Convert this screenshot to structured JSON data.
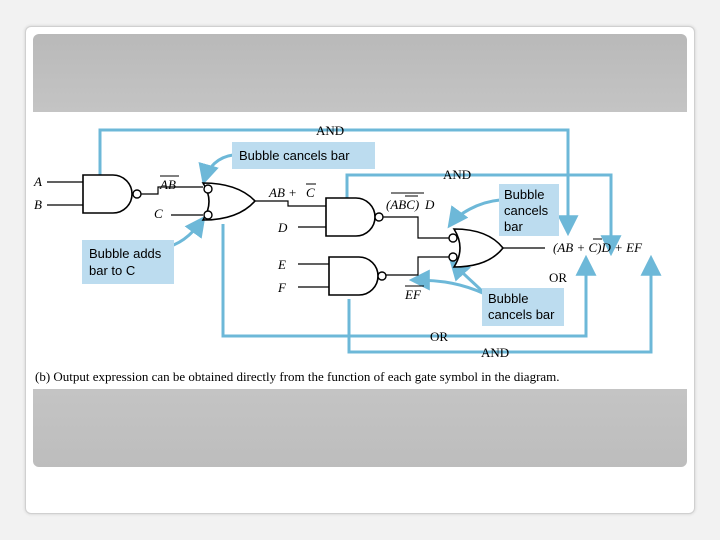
{
  "colors": {
    "wire": "#000000",
    "arrow": "#6db8d8",
    "callout_bg": "#bcdcef",
    "gate_fill": "#ffffff"
  },
  "inputs": {
    "a": "A",
    "b": "B",
    "c": "C",
    "d": "D",
    "e": "E",
    "f": "F"
  },
  "expressions": {
    "ab_bar": "AB",
    "ab_plus_c_bar_left": "AB + ",
    "ab_plus_c_bar_right": "C",
    "abc_d_left": "(ABC)",
    "abc_d_right": "D",
    "ef_bar": "EF",
    "output": "(AB + C)D + EF"
  },
  "callouts": {
    "top": "Bubble cancels bar",
    "left_line1": "Bubble adds",
    "left_line2": "bar to C",
    "right_line1": "Bubble",
    "right_line2": "cancels",
    "right_line3": "bar",
    "bottom_line1": "Bubble",
    "bottom_line2": "cancels bar"
  },
  "arrow_labels": {
    "and_top": "AND",
    "and_second": "AND",
    "or_right": "OR",
    "or_bottom": "OR",
    "and_bottom": "AND"
  },
  "caption": "(b) Output expression can be obtained directly from the function of each gate symbol in the diagram."
}
